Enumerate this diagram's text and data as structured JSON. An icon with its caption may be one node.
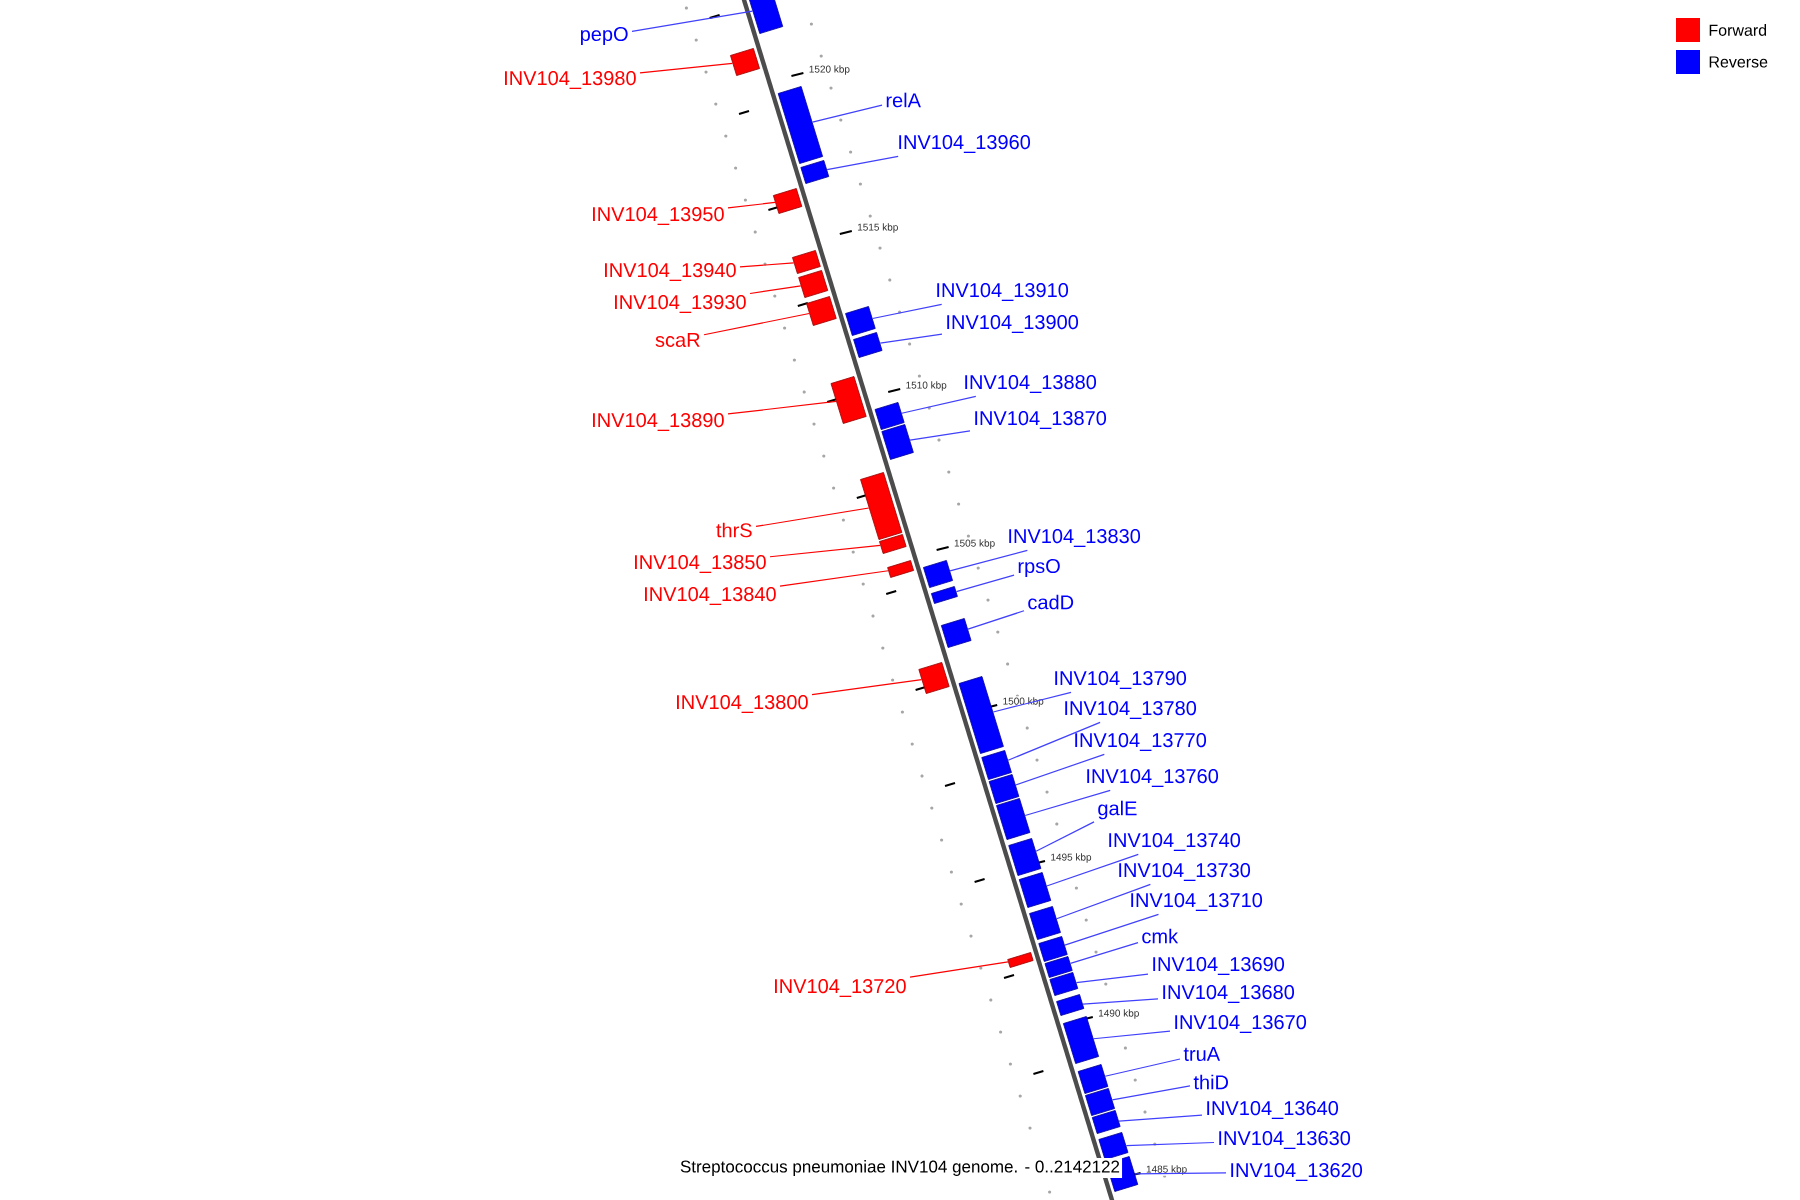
{
  "diagram": {
    "caption": "Streptococcus pneumoniae INV104 genome. - 0..2142122",
    "nodes": [
      {
        "text": [
          "pepO"
        ]
      },
      {
        "text": [],
        "shape": "box"
      },
      {
        "text": [
          "INV104_13980"
        ]
      },
      {
        "text": [],
        "shape": "box"
      },
      {
        "text": [
          "relA"
        ]
      },
      {
        "text": [],
        "shape": "box"
      },
      {
        "text": [
          "INV104_13960"
        ]
      },
      {
        "text": [],
        "shape": "box"
      },
      {
        "text": [
          "INV104_13950"
        ]
      },
      {
        "text": [],
        "shape": "box"
      },
      {
        "text": [
          "INV104_13940"
        ]
      },
      {
        "text": [],
        "shape": "box"
      },
      {
        "text": [
          "INV104_13910"
        ]
      },
      {
        "text": [],
        "shape": "box"
      },
      {
        "text": [
          "INV104_13930"
        ]
      },
      {
        "text": [],
        "shape": "box"
      },
      {
        "text": [
          "INV104_13900"
        ]
      },
      {
        "text": [],
        "shape": "box"
      },
      {
        "text": [
          "scaR"
        ]
      },
      {
        "text": [],
        "shape": "box"
      },
      {
        "text": [
          "INV104_13880"
        ]
      },
      {
        "text": [],
        "shape": "box"
      },
      {
        "text": [
          "INV104_13870"
        ]
      },
      {
        "text": [],
        "shape": "box"
      },
      {
        "text": [
          "INV104_13890"
        ]
      },
      {
        "text": [],
        "shape": "box"
      },
      {
        "text": [
          "thrS"
        ]
      },
      {
        "text": [],
        "shape": "box"
      },
      {
        "text": [
          "INV104_13830"
        ]
      },
      {
        "text": [],
        "shape": "box"
      },
      {
        "text": [
          "INV104_13850"
        ]
      },
      {
        "text": [],
        "shape": "box"
      },
      {
        "text": [
          "rpsO"
        ]
      },
      {
        "text": [],
        "shape": "box"
      },
      {
        "text": [
          "INV104_13840"
        ]
      },
      {
        "text": [],
        "shape": "box"
      },
      {
        "text": [
          "cadD"
        ]
      },
      {
        "text": [],
        "shape": "box"
      },
      {
        "text": [
          "INV104_13790"
        ]
      },
      {
        "text": [],
        "shape": "box"
      },
      {
        "text": [
          "INV104_13800"
        ]
      },
      {
        "text": [],
        "shape": "box"
      },
      {
        "text": [
          "INV104_13780"
        ]
      },
      {
        "text": [],
        "shape": "box"
      },
      {
        "text": [
          "INV104_13770"
        ]
      },
      {
        "text": [],
        "shape": "box"
      },
      {
        "text": [
          "INV104_13760"
        ]
      },
      {
        "text": [],
        "shape": "box"
      },
      {
        "text": [
          "galE"
        ]
      },
      {
        "text": [],
        "shape": "box"
      },
      {
        "text": [
          "INV104_13740"
        ]
      },
      {
        "text": [],
        "shape": "box"
      },
      {
        "text": [
          "INV104_13730"
        ]
      },
      {
        "text": [],
        "shape": "box"
      },
      {
        "text": [
          "INV104_13710"
        ]
      },
      {
        "text": [],
        "shape": "box"
      },
      {
        "text": [
          "cmk"
        ]
      },
      {
        "text": [],
        "shape": "box"
      },
      {
        "text": [
          "INV104_13690"
        ]
      },
      {
        "text": [],
        "shape": "box"
      },
      {
        "text": [
          "INV104_13720"
        ]
      },
      {
        "text": [],
        "shape": "box"
      },
      {
        "text": [
          "INV104_13680"
        ]
      },
      {
        "text": [],
        "shape": "box"
      },
      {
        "text": [
          "INV104_13670"
        ]
      },
      {
        "text": [],
        "shape": "box"
      },
      {
        "text": [
          "truA"
        ]
      },
      {
        "text": [],
        "shape": "box"
      },
      {
        "text": [
          "thiD"
        ]
      },
      {
        "text": [],
        "shape": "box"
      },
      {
        "text": [
          "INV104_13640"
        ]
      },
      {
        "text": [],
        "shape": "box"
      },
      {
        "text": [
          "INV104_13630"
        ]
      },
      {
        "text": [],
        "shape": "box"
      },
      {
        "text": [
          "INV104_13620"
        ]
      },
      {
        "text": [],
        "shape": "box"
      }
    ],
    "edges": [
      {
        "from": 0,
        "to": 1,
        "arrow": "none"
      },
      {
        "from": 2,
        "to": 3,
        "arrow": "none",
        "color": "#ff0000"
      },
      {
        "from": 4,
        "to": 5,
        "arrow": "none"
      },
      {
        "from": 6,
        "to": 7,
        "arrow": "none"
      },
      {
        "from": 8,
        "to": 9,
        "arrow": "none",
        "color": "#ff0000"
      },
      {
        "from": 10,
        "to": 11,
        "arrow": "none",
        "color": "#ff0000"
      },
      {
        "from": 12,
        "to": 13,
        "arrow": "none"
      },
      {
        "from": 14,
        "to": 15,
        "arrow": "none",
        "color": "#ff0000"
      },
      {
        "from": 16,
        "to": 17,
        "arrow": "none"
      },
      {
        "from": 18,
        "to": 19,
        "arrow": "none",
        "color": "#ff0000"
      },
      {
        "from": 20,
        "to": 21,
        "arrow": "none"
      },
      {
        "from": 22,
        "to": 23,
        "arrow": "none"
      },
      {
        "from": 24,
        "to": 25,
        "arrow": "none",
        "color": "#ff0000"
      },
      {
        "from": 26,
        "to": 27,
        "arrow": "none",
        "color": "#ff0000"
      },
      {
        "from": 28,
        "to": 29,
        "arrow": "none"
      },
      {
        "from": 30,
        "to": 31,
        "arrow": "none",
        "color": "#ff0000"
      },
      {
        "from": 32,
        "to": 33,
        "arrow": "none"
      },
      {
        "from": 34,
        "to": 35,
        "arrow": "none",
        "color": "#ff0000"
      },
      {
        "from": 36,
        "to": 37,
        "arrow": "none"
      },
      {
        "from": 38,
        "to": 39,
        "arrow": "none"
      },
      {
        "from": 40,
        "to": 41,
        "arrow": "none",
        "color": "#ff0000"
      },
      {
        "from": 42,
        "to": 43,
        "arrow": "none"
      },
      {
        "from": 44,
        "to": 45,
        "arrow": "none"
      },
      {
        "from": 46,
        "to": 47,
        "arrow": "none"
      },
      {
        "from": 48,
        "to": 49,
        "arrow": "none"
      },
      {
        "from": 50,
        "to": 51,
        "arrow": "none"
      },
      {
        "from": 52,
        "to": 53,
        "arrow": "none"
      },
      {
        "from": 54,
        "to": 55,
        "arrow": "none"
      },
      {
        "from": 56,
        "to": 57,
        "arrow": "none"
      },
      {
        "from": 58,
        "to": 59,
        "arrow": "none"
      },
      {
        "from": 60,
        "to": 61,
        "arrow": "none",
        "color": "#ff0000"
      },
      {
        "from": 62,
        "to": 63,
        "arrow": "none"
      },
      {
        "from": 64,
        "to": 65,
        "arrow": "none"
      },
      {
        "from": 66,
        "to": 67,
        "arrow": "none"
      },
      {
        "from": 68,
        "to": 69,
        "arrow": "none"
      },
      {
        "from": 70,
        "to": 71,
        "arrow": "none"
      },
      {
        "from": 72,
        "to": 73,
        "arrow": "none"
      },
      {
        "from": 74,
        "to": 75,
        "arrow": "none"
      }
    ],
    "labels": [
      "1520 kbp",
      "1515 kbp",
      "1510 kbp",
      "1505 kbp",
      "1500 kbp",
      "1495 kbp",
      "1490 kbp",
      "1485 kbp"
    ],
    "legend": [
      {
        "text": "Forward",
        "color": "#ff0000"
      },
      {
        "text": "Reverse",
        "color": "#0000ff"
      }
    ]
  }
}
